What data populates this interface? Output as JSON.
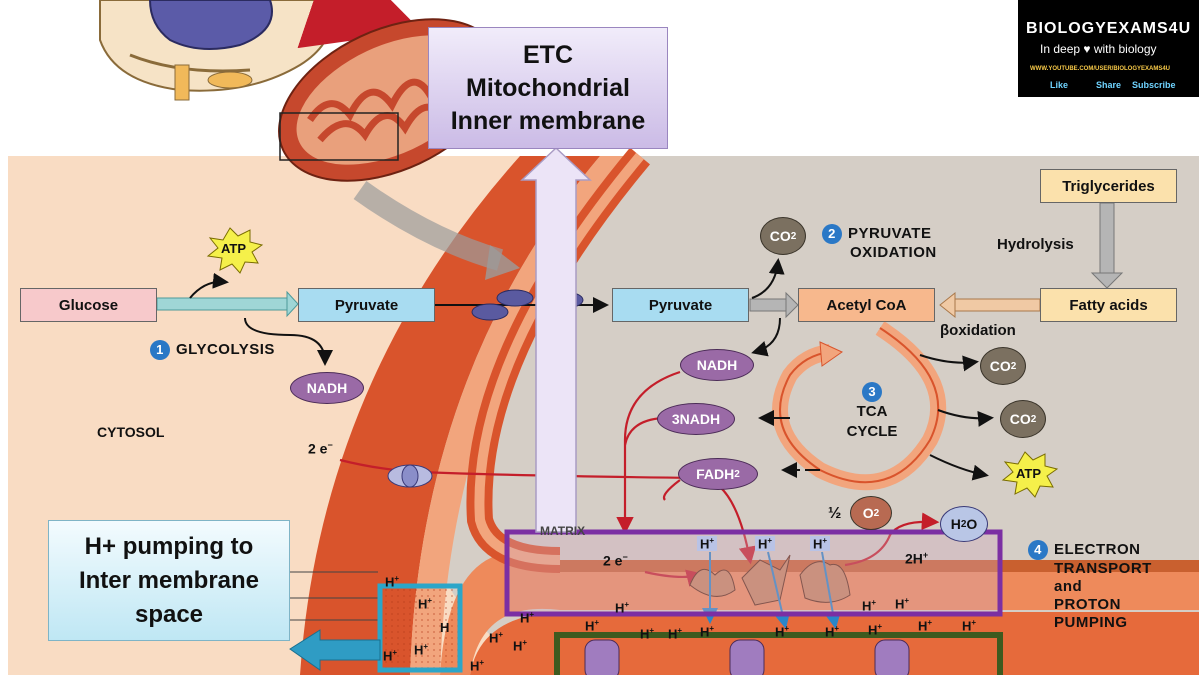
{
  "callouts": {
    "etc_line1": "ETC",
    "etc_line2": "Mitochondrial",
    "etc_line3": "Inner membrane",
    "pump_line1": "H+ pumping to",
    "pump_line2": "Inter membrane",
    "pump_line3": "space"
  },
  "logo": {
    "title": "BIOLOGYEXAMS4U",
    "tagline": "In deep ♥ with biology",
    "url": "WWW.YOUTUBE.COM/USER/BIOLOGYEXAMS4U",
    "like": "Like",
    "share": "Share",
    "subscribe": "Subscribe"
  },
  "boxes": {
    "glucose": "Glucose",
    "pyruvate_cyto": "Pyruvate",
    "pyruvate_mito": "Pyruvate",
    "acetyl_coa": "Acetyl CoA",
    "fatty_acids": "Fatty acids",
    "triglycerides": "Triglycerides"
  },
  "molecules": {
    "atp_glycolysis": "ATP",
    "atp_tca": "ATP",
    "nadh_cyto": "NADH",
    "nadh_mito": "NADH",
    "nadh3": "3NADH",
    "fadh2": "FADH",
    "fadh2_sub": "2",
    "co2": "CO",
    "co2_sub": "2",
    "o2_half": "½",
    "o2": "O",
    "o2_sub": "2",
    "h2o": "H",
    "h2o_sub": "2",
    "h2o_o": "O",
    "two_h": "2H",
    "electrons": "2 e",
    "e_sup": "−",
    "h": "H",
    "h_sup": "+"
  },
  "stages": {
    "n1": "1",
    "glycolysis": "GLYCOLYSIS",
    "n2": "2",
    "pyruvate_ox_1": "PYRUVATE",
    "pyruvate_ox_2": "OXIDATION",
    "n3": "3",
    "tca_1": "TCA",
    "tca_2": "CYCLE",
    "n4": "4",
    "etc_1": "ELECTRON",
    "etc_2": "TRANSPORT",
    "etc_3": "and",
    "etc_4": "PROTON",
    "etc_5": "PUMPING"
  },
  "labels": {
    "cytosol": "CYTOSOL",
    "hydrolysis": "Hydrolysis",
    "beta_oxidation": "βoxidation",
    "matrix": "MATRIX"
  },
  "colors": {
    "cytosol_bg": "#f9dcc3",
    "matrix_bg": "#d5cec6",
    "membrane_outer": "#d9542c",
    "membrane_inner": "#ee8a5b",
    "etc_callout": "#e2d6f3",
    "pump_callout": "#dff4fb",
    "purple_frame": "#7b2fa3",
    "cyan_frame": "#2ba6c9",
    "green_frame": "#3e5a1f"
  }
}
